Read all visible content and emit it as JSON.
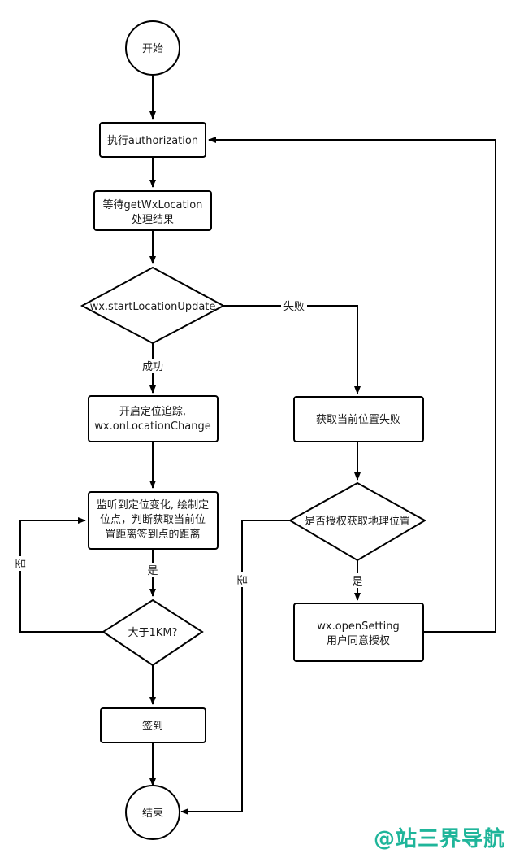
{
  "nodes": {
    "start": "开始",
    "authorization": "执行authorization",
    "wait_line1": "等待getWxLocation",
    "wait_line2": "处理结果",
    "start_location_update": "wx.startLocationUpdate",
    "enable_tracking_line1": "开启定位追踪,",
    "enable_tracking_line2": "wx.onLocationChange",
    "listen_line1": "监听到定位变化, 绘制定",
    "listen_line2": "位点，判断获取当前位",
    "listen_line3": "置距离签到点的距离",
    "greater_than_1km": "大于1KM?",
    "sign_in": "签到",
    "end": "结束",
    "get_location_failed": "获取当前位置失败",
    "is_authorized": "是否授权获取地理位置",
    "open_setting_line1": "wx.openSetting",
    "open_setting_line2": "用户同意授权"
  },
  "edge_labels": {
    "fail": "失败",
    "success": "成功",
    "yes_distance": "是",
    "no_distance": "否",
    "no_auth": "否",
    "yes_auth": "是"
  },
  "watermark": "@站三界导航",
  "colors": {
    "stroke": "#000000",
    "fill": "#ffffff",
    "text": "#1a1a1a",
    "watermark": "#1fb59a"
  }
}
